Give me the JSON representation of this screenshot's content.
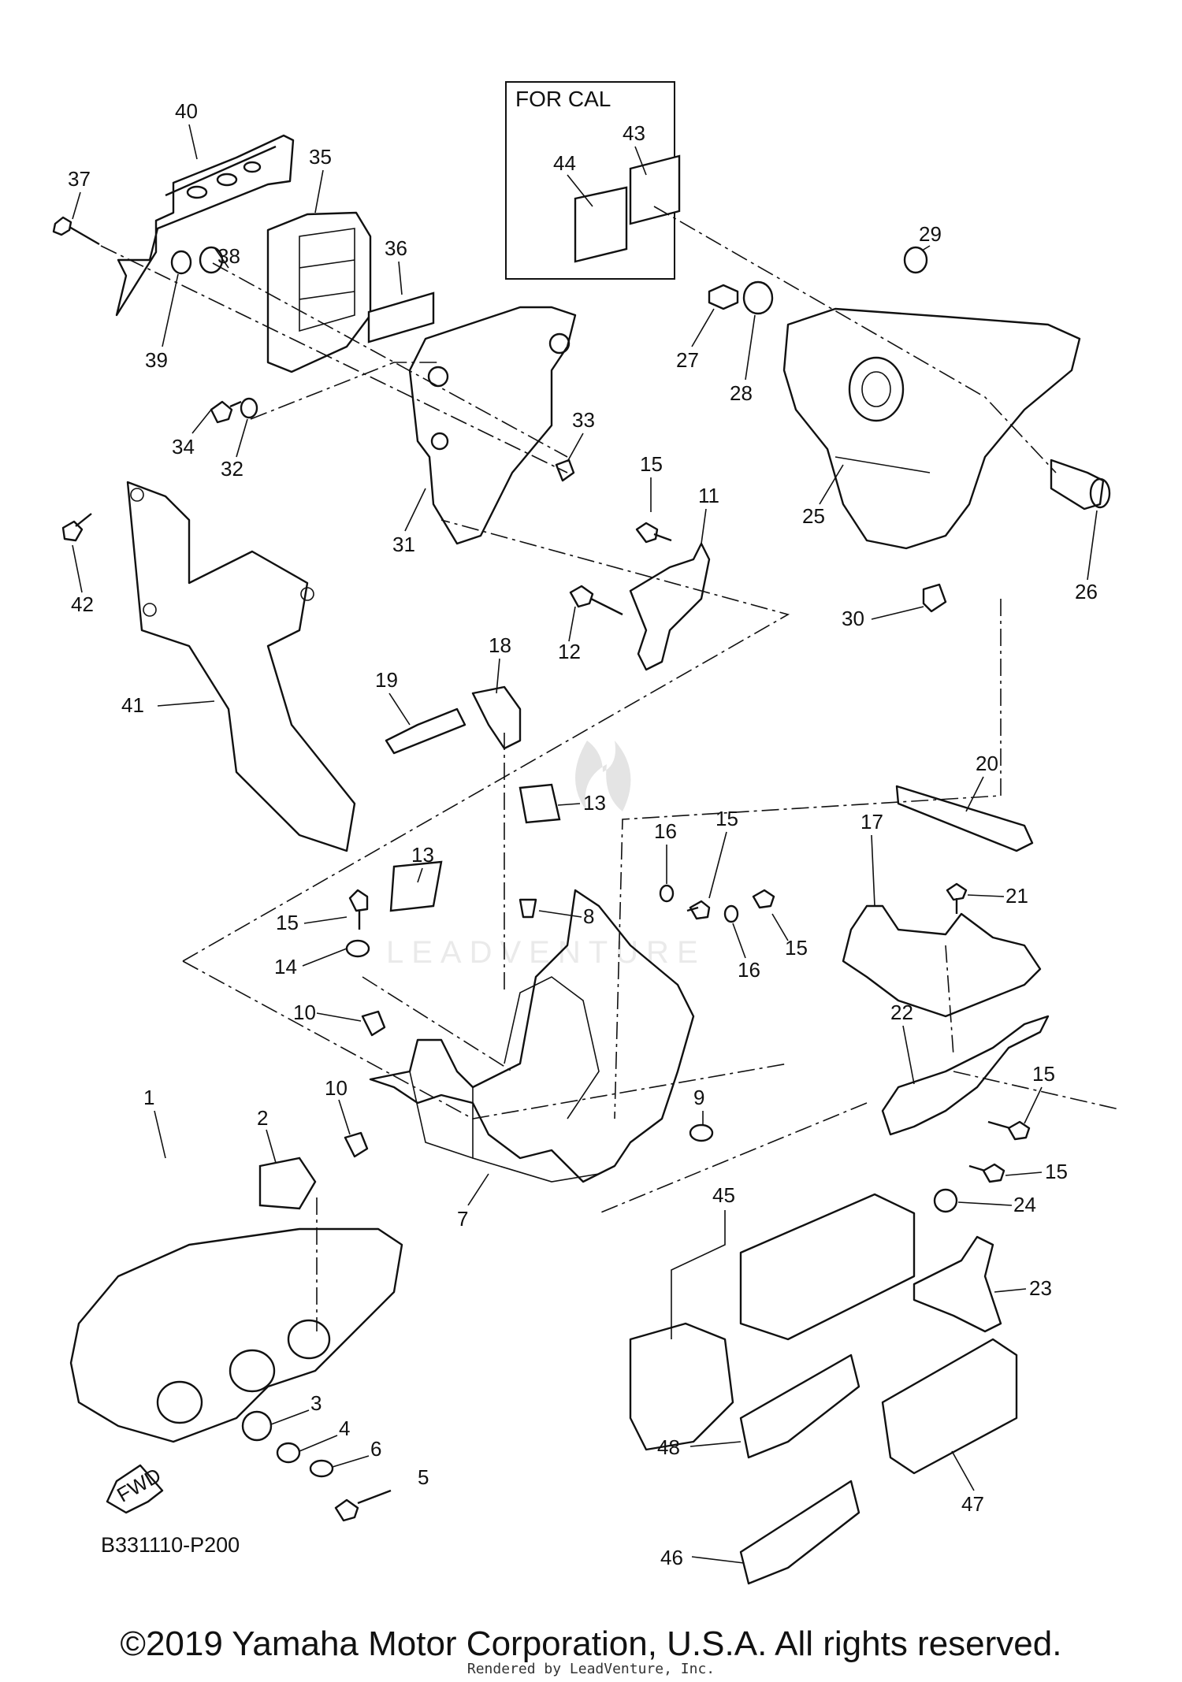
{
  "diagram": {
    "cal_box_title": "FOR CAL",
    "diagram_code": "B331110-P200",
    "fwd_label": "FWD",
    "copyright": "©2019 Yamaha Motor Corporation, U.S.A. All rights reserved.",
    "render_credit": "Rendered by LeadVenture, Inc.",
    "watermark": "LEADVENTURE"
  },
  "callouts": [
    "1",
    "2",
    "3",
    "4",
    "5",
    "6",
    "7",
    "8",
    "9",
    "10",
    "10",
    "11",
    "12",
    "13",
    "13",
    "14",
    "15",
    "15",
    "15",
    "15",
    "15",
    "15",
    "16",
    "16",
    "17",
    "18",
    "19",
    "20",
    "21",
    "22",
    "23",
    "24",
    "25",
    "26",
    "27",
    "28",
    "29",
    "30",
    "31",
    "32",
    "33",
    "34",
    "35",
    "36",
    "37",
    "38",
    "39",
    "40",
    "41",
    "42",
    "43",
    "44",
    "45",
    "46",
    "47",
    "48"
  ]
}
